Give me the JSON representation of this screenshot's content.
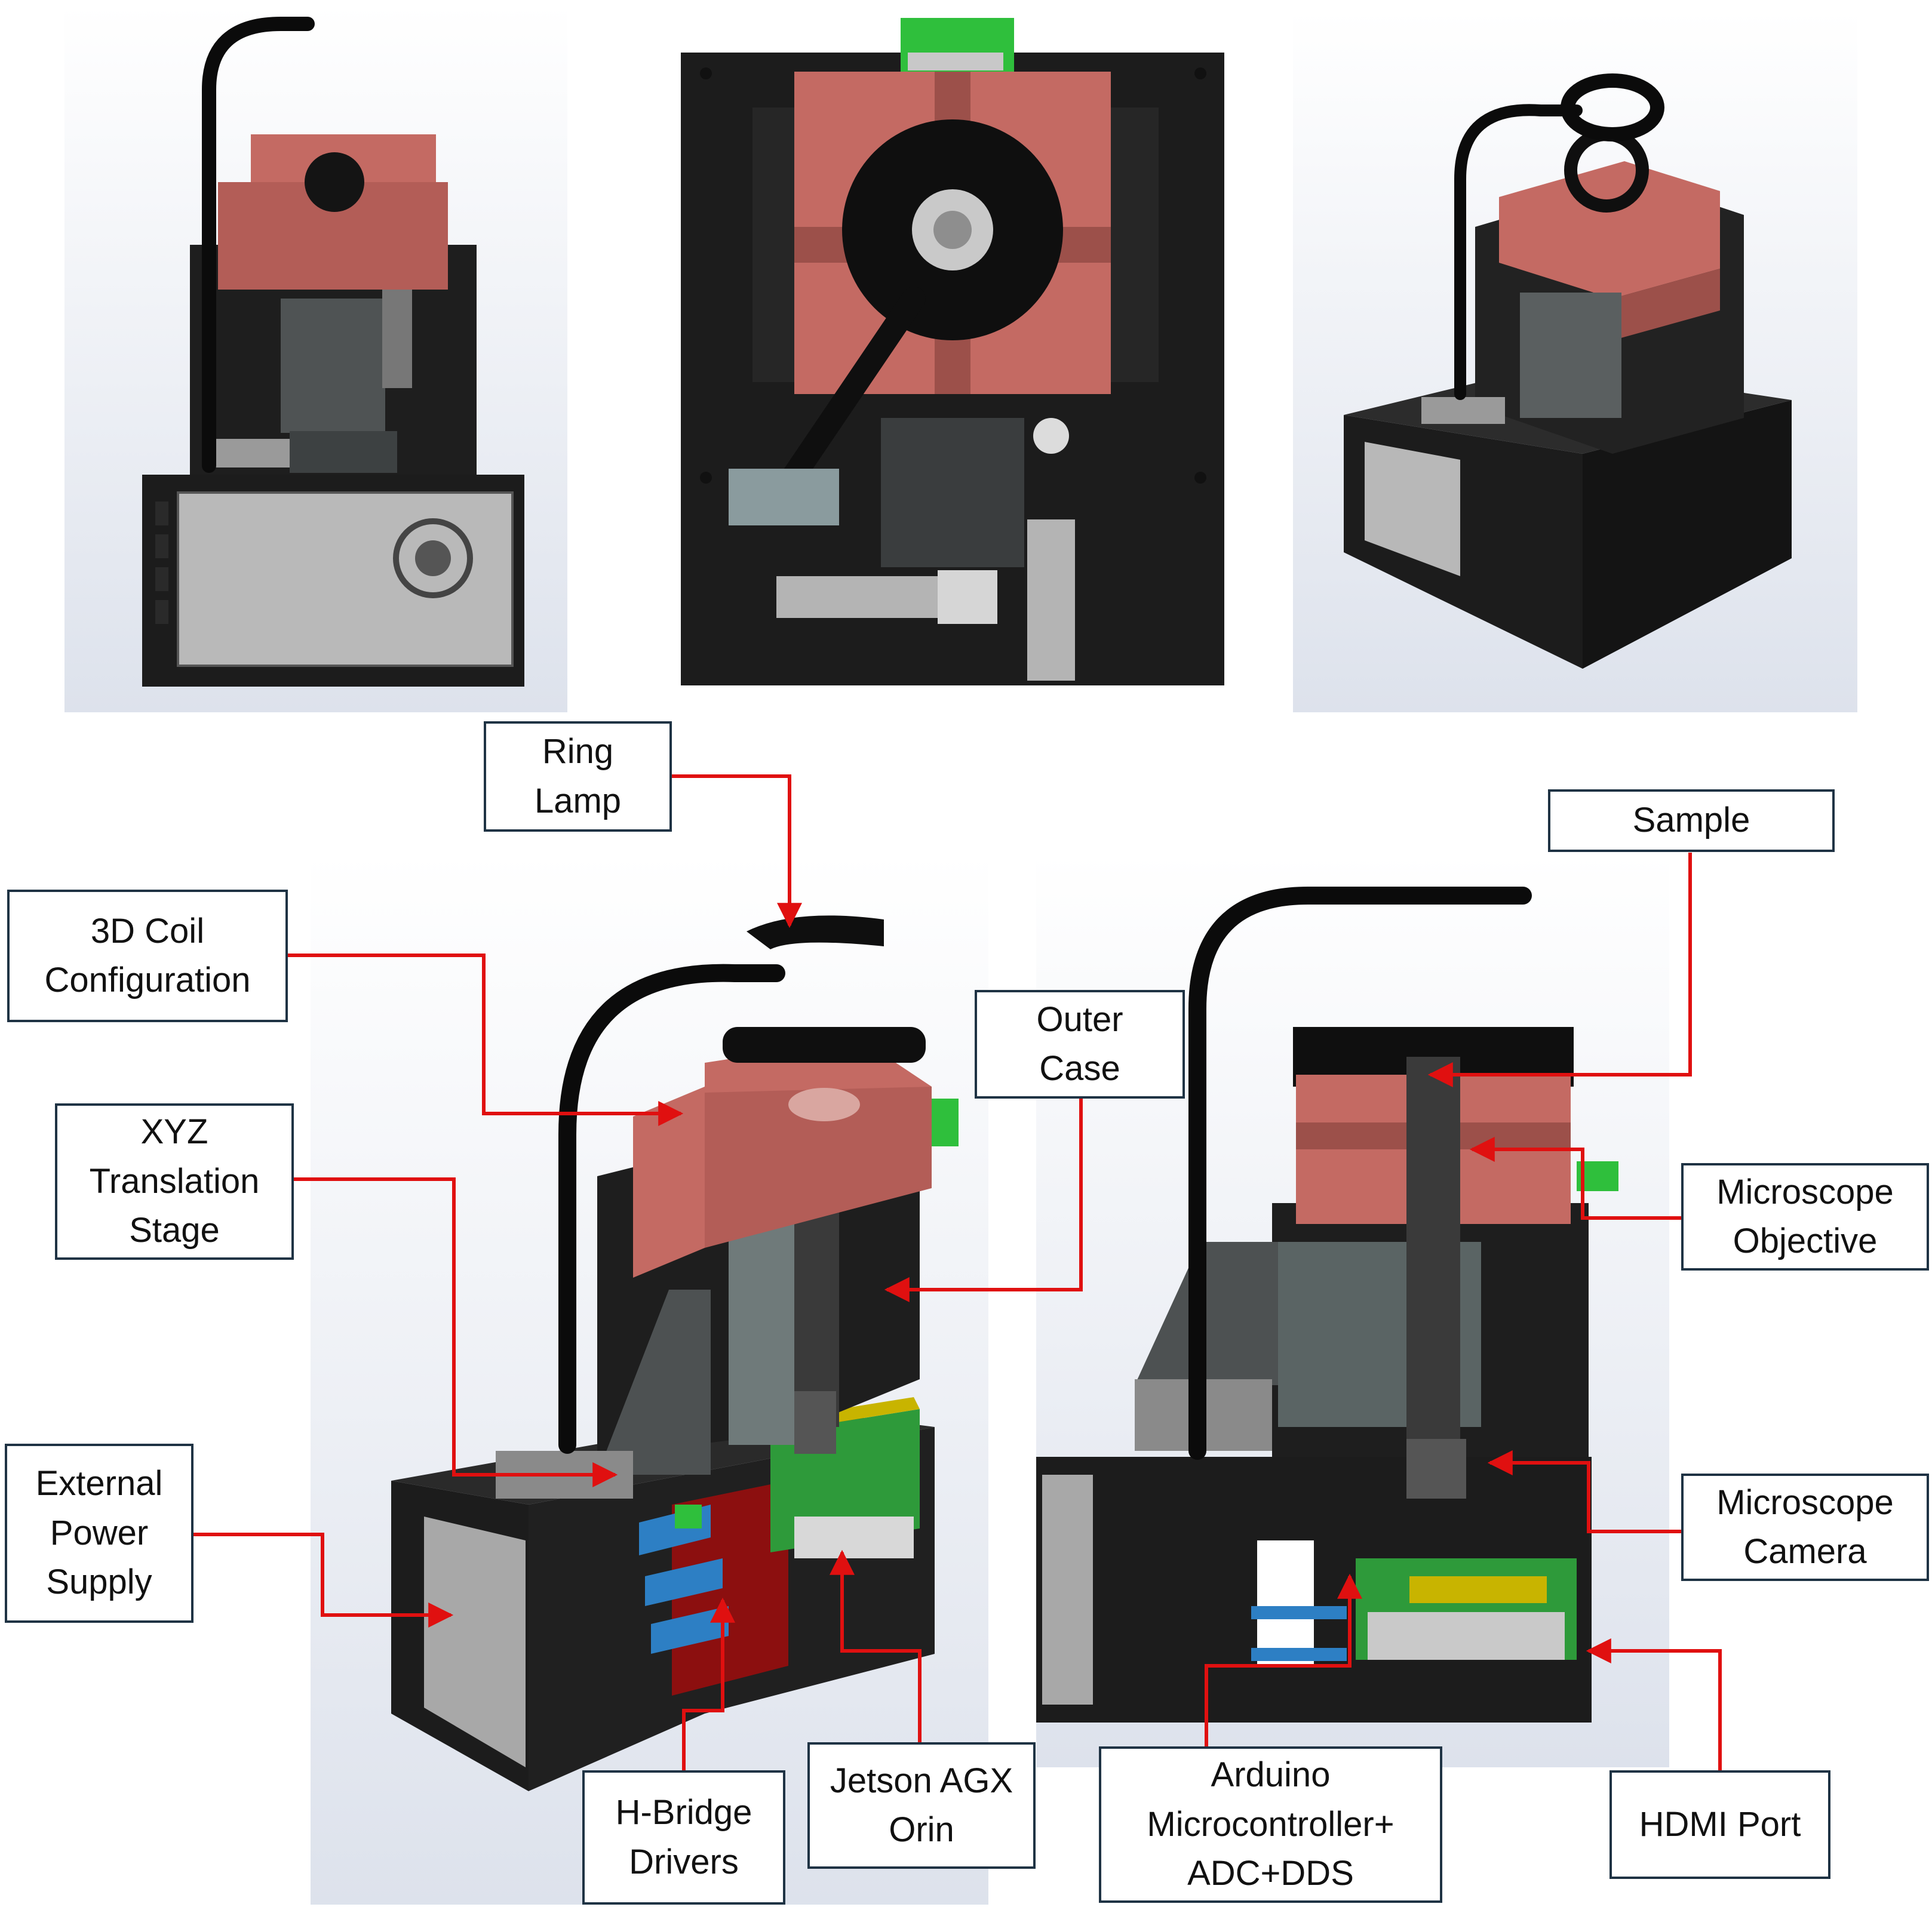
{
  "labels": {
    "ring_lamp": "Ring\nLamp",
    "coil_config": "3D Coil\nConfiguration",
    "xyz_stage": "XYZ\nTranslation\nStage",
    "external_power_supply": "External\nPower\nSupply",
    "h_bridge_drivers": "H-Bridge\nDrivers",
    "jetson": "Jetson AGX\nOrin",
    "outer_case": "Outer\nCase",
    "sample": "Sample",
    "microscope_objective": "Microscope\nObjective",
    "microscope_camera": "Microscope\nCamera",
    "hdmi_port": "HDMI Port",
    "arduino": "Arduino\nMicrocontroller+\nADC+DDS"
  },
  "colors": {
    "leader_line": "#e01010",
    "label_border": "#1f3344",
    "case_black": "#1c1c1c",
    "coil_red": "#c46a63",
    "stage_gray": "#5a5f60",
    "pcb_green": "#2e9a3a",
    "pcb_blue": "#2d7fc4",
    "psu_gray": "#a8a8a8",
    "view_bg": "#e6eaf2"
  }
}
